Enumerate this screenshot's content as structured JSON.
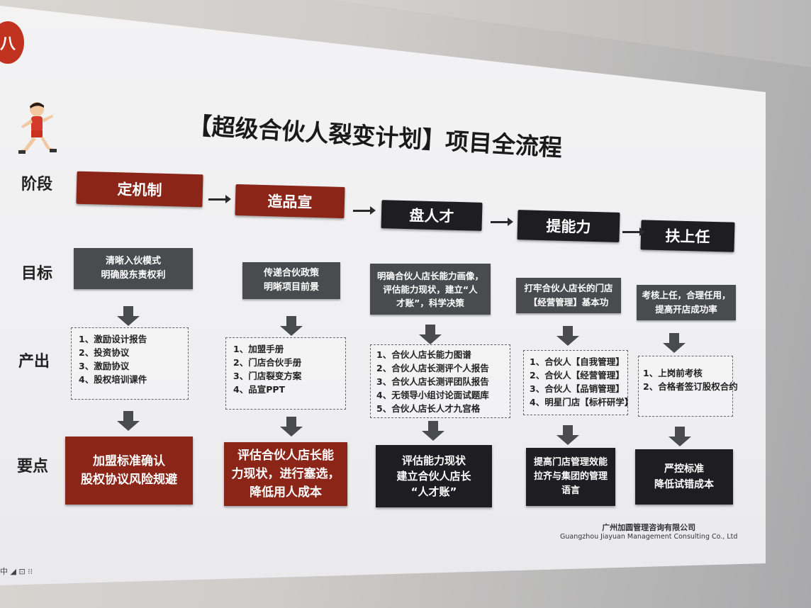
{
  "title": "【超级合伙人裂变计划】项目全流程",
  "logo_text": "八",
  "row_labels": [
    "阶段",
    "目标",
    "产出",
    "要点"
  ],
  "stages": [
    "定机制",
    "造品宣",
    "盘人才",
    "提能力",
    "扶上任"
  ],
  "goals": [
    [
      "清晰入伙模式",
      "明确股东责权利"
    ],
    [
      "传递合伙政策",
      "明晰项目前景"
    ],
    [
      "明确合伙人店长能力画像，",
      "评估能力现状，建立“人",
      "才账”，科学决策"
    ],
    [
      "打牢合伙人店长的门店",
      "【经营管理】基本功"
    ],
    [
      "考核上任，合理任用，",
      "提高开店成功率"
    ]
  ],
  "outputs": [
    [
      "1、激励设计报告",
      "2、投资协议",
      "3、激励协议",
      "4、股权培训课件"
    ],
    [
      "1、加盟手册",
      "2、门店合伙手册",
      "3、门店裂变方案",
      "4、品宣PPT"
    ],
    [
      "1、合伙人店长能力图谱",
      "2、合伙人店长测评个人报告",
      "3、合伙人店长测评团队报告",
      "4、无领导小组讨论面试题库",
      "5、合伙人店长人才九宫格"
    ],
    [
      "1、合伙人【自我管理】",
      "2、合伙人【经营管理】",
      "3、合伙人【品销管理】",
      "4、明星门店【标杆研学】"
    ],
    [
      "1、上岗前考核",
      "2、合格者签订股权合约"
    ]
  ],
  "key_points": [
    [
      "加盟标准确认",
      "股权协议风险规避"
    ],
    [
      "评估合伙人店长能",
      "力现状，进行塞选，",
      "降低用人成本"
    ],
    [
      "评估能力现状",
      "建立合伙人店长",
      "“人才账”"
    ],
    [
      "提高门店管理效能",
      "拉齐与集团的管理",
      "语言"
    ],
    [
      "严控标准",
      "降低试错成本"
    ]
  ],
  "company_cn": "广州加圆管理咨询有限公司",
  "company_en": "Guangzhou Jiayuan Management Consulting Co., Ltd",
  "taskbar_text": "中 ◢ ⊡ ⁝⁝"
}
